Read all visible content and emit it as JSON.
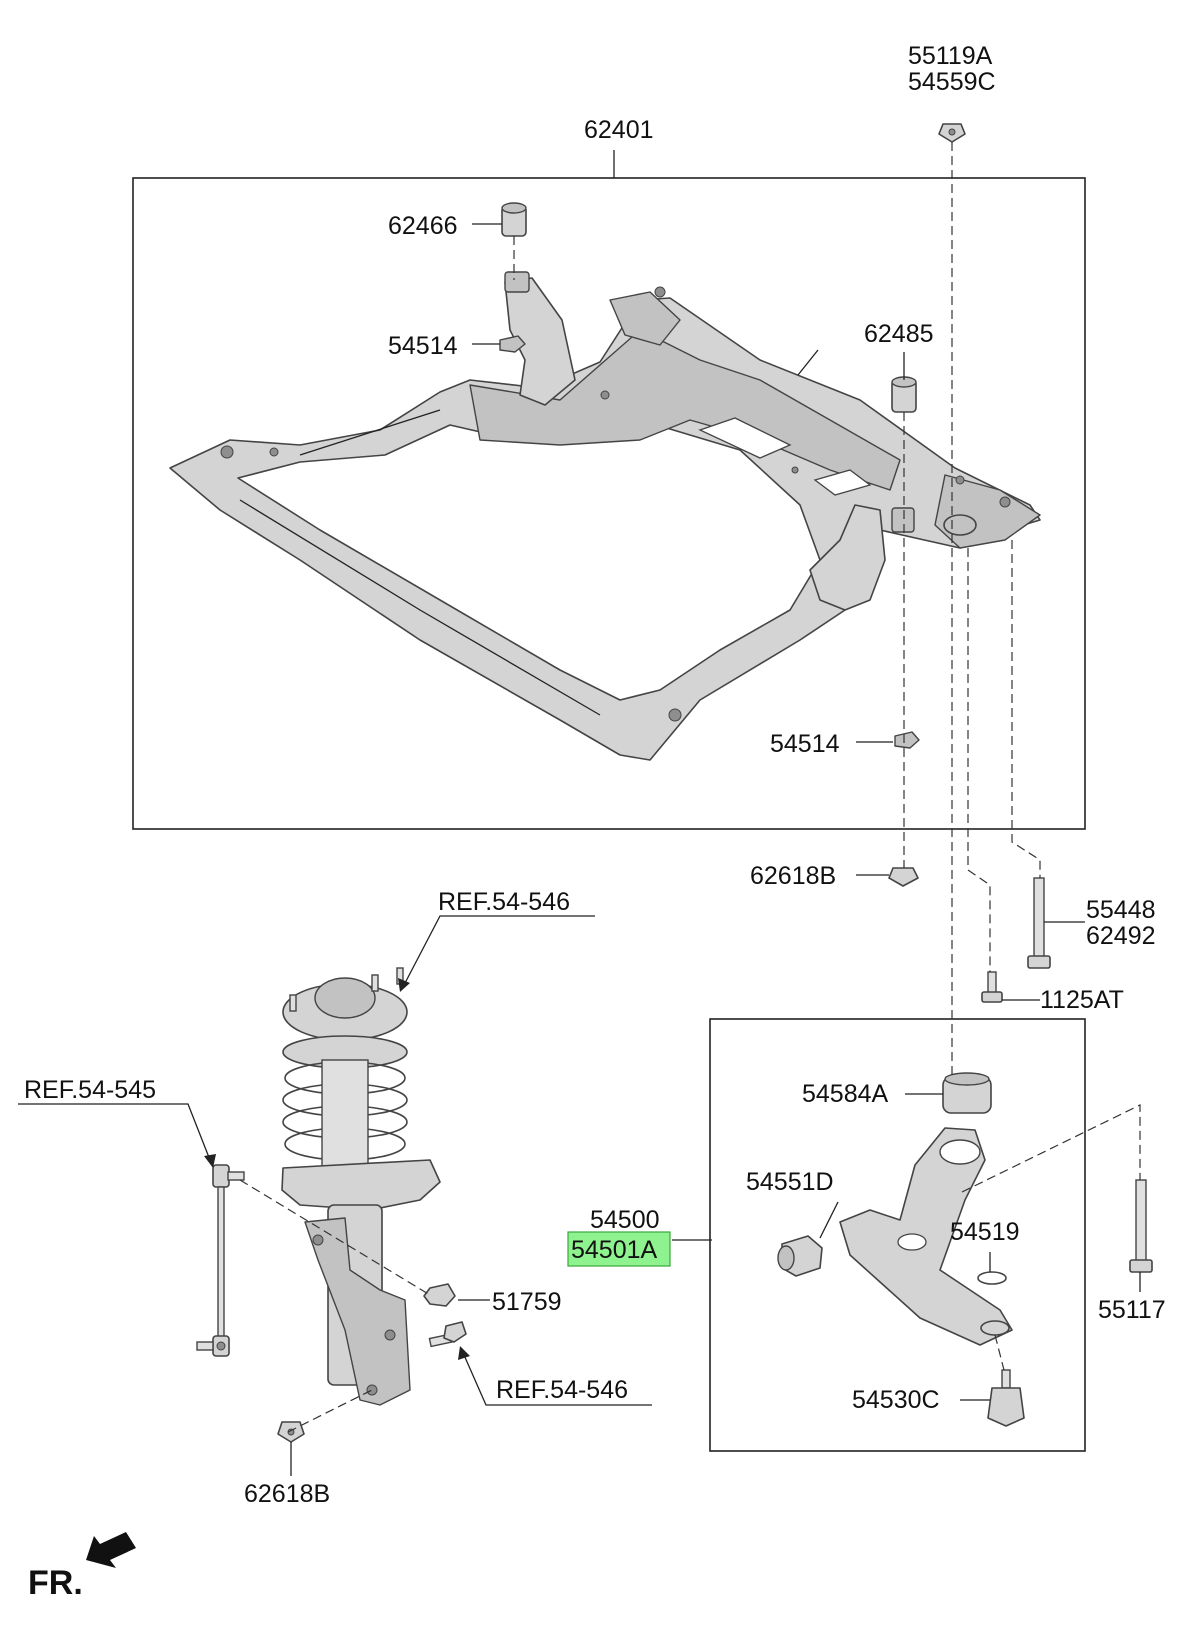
{
  "labels": {
    "p55119A": "55119A",
    "p54559C": "54559C",
    "p62401": "62401",
    "p62466": "62466",
    "p54514_top": "54514",
    "p62485": "62485",
    "p54514_bottom": "54514",
    "p62618B_top": "62618B",
    "p55448": "55448",
    "p62492": "62492",
    "p1125AT": "1125AT",
    "ref_strut": "REF.54-546",
    "ref_link": "REF.54-545",
    "p54584A": "54584A",
    "p54551D": "54551D",
    "p54500": "54500",
    "p54501A": "54501A",
    "p54519": "54519",
    "p51759": "51759",
    "ref_bolt": "REF.54-546",
    "p55117": "55117",
    "p54530C": "54530C",
    "p62618B_bottom": "62618B",
    "front": "FR."
  },
  "colors": {
    "highlight_fill": "#8ef28e",
    "highlight_stroke": "#3aa83a",
    "part_fill": "#d4d4d4",
    "line": "#222222"
  },
  "icons": {
    "front_arrow": "front-direction-arrow-icon"
  }
}
